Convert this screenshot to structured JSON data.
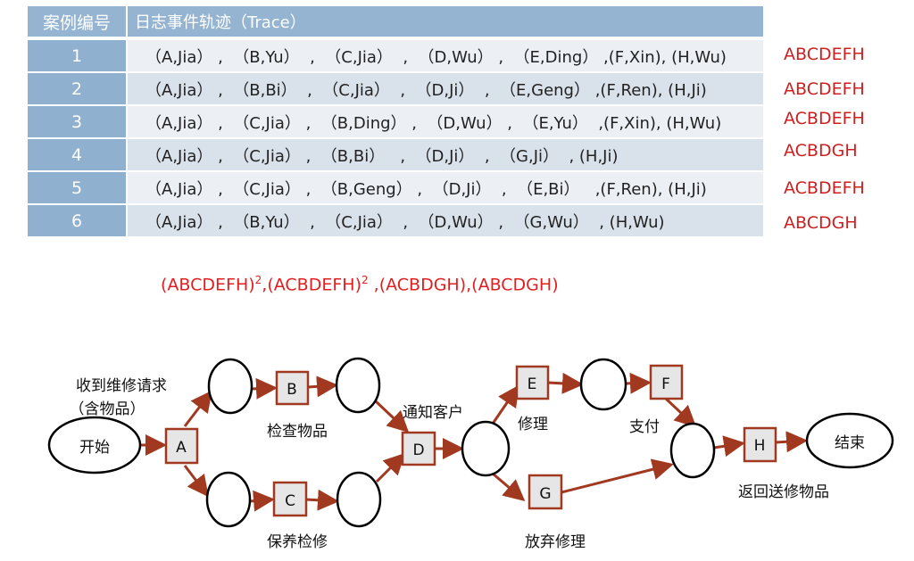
{
  "table": {
    "headers": [
      "案例编号",
      "日志事件轨迹（Trace）"
    ],
    "rows": [
      {
        "id": "1",
        "trace": "（A,Jia） ,  （B,Yu）  ,  （C,Jia）  ,  （D,Wu） ,  （E,Ding） ,(F,Xin), (H,Wu)",
        "code": "ABCDEFH"
      },
      {
        "id": "2",
        "trace": "（A,Jia） ,  （B,Bi）  ,  （C,Jia）  ,  （D,Ji）  ,  （E,Geng） ,(F,Ren), (H,Ji)",
        "code": "ABCDEFH"
      },
      {
        "id": "3",
        "trace": "（A,Jia） ,  （C,Jia） ,  （B,Ding） ,  （D,Wu） ,  （E,Yu）  ,(F,Xin), (H,Wu)",
        "code": "ACBDEFH"
      },
      {
        "id": "4",
        "trace": "（A,Jia） ,  （C,Jia） ,  （B,Bi）   ,  （D,Ji）  ,  （G,Ji）  , (H,Ji)",
        "code": "ACBDGH"
      },
      {
        "id": "5",
        "trace": "（A,Jia） ,  （C,Jia） ,  （B,Geng） ,  （D,Ji）  ,  （E,Bi）   ,(F,Ren), (H,Ji)",
        "code": "ACBDEFH"
      },
      {
        "id": "6",
        "trace": "（A,Jia） ,  （B,Yu）  ,  （C,Jia）  ,  （D,Wu） ,  （G,Wu）  , (H,Wu)",
        "code": "ABCDGH"
      }
    ]
  },
  "formula": {
    "p1": "(ABCDEFH)",
    "e1": "2",
    "p2": ",(ACBDEFH)",
    "e2": "2",
    "p3": " ,(ACBDGH),(ABCDGH)"
  },
  "diagram": {
    "start": "开始",
    "end": "结束",
    "tasks": {
      "A": "A",
      "B": "B",
      "C": "C",
      "D": "D",
      "E": "E",
      "F": "F",
      "G": "G",
      "H": "H"
    },
    "labels": {
      "receive1": "收到维修请求",
      "receive2": "（含物品）",
      "check": "检查物品",
      "maintain": "保养检修",
      "notify": "通知客户",
      "repair": "修理",
      "pay": "支付",
      "abandon": "放弃修理",
      "return": "返回送修物品"
    },
    "colors": {
      "arrow": "#a0391f",
      "task_fill": "#e6e6e6"
    }
  }
}
